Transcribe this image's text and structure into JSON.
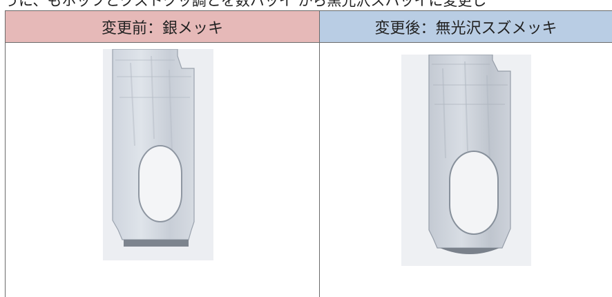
{
  "document": {
    "top_text": "うに、もホッフとクストクッ調とを数ハッイ から黒光沢スハッイに変更し"
  },
  "comparison": {
    "before": {
      "header": "変更前：銀メッキ",
      "header_color": "#e6b9b8"
    },
    "after": {
      "header": "変更後：無光沢スズメッキ",
      "header_color": "#b9cde4"
    }
  }
}
